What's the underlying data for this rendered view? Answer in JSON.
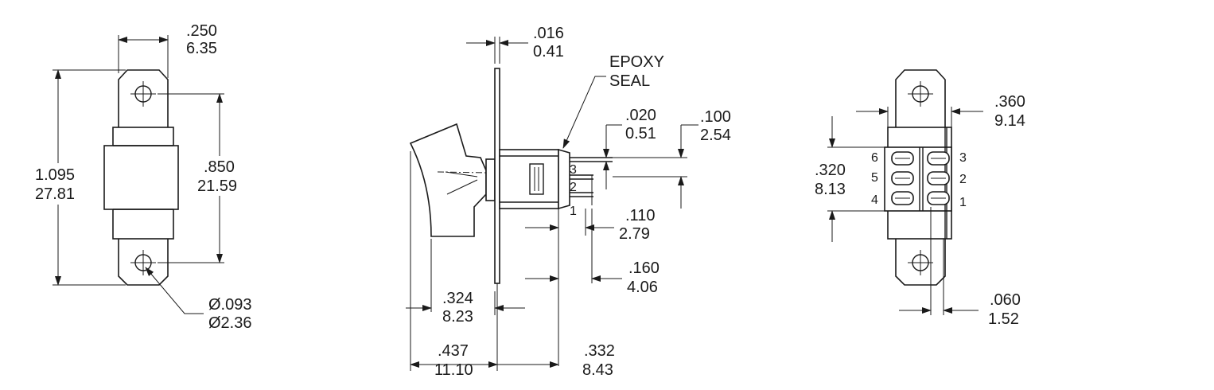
{
  "dimensions": {
    "width_in": ".250",
    "width_mm": "6.35",
    "height_in": "1.095",
    "height_mm": "27.81",
    "hole_spacing_in": ".850",
    "hole_spacing_mm": "21.59",
    "hole_dia_in": "Ø.093",
    "hole_dia_mm": "Ø2.36",
    "plate_thk_in": ".016",
    "plate_thk_mm": "0.41",
    "term_thk_in": ".020",
    "term_thk_mm": "0.51",
    "term_pitch_in": ".100",
    "term_pitch_mm": "2.54",
    "term_offset_in": ".110",
    "term_offset_mm": "2.79",
    "term_length_in": ".160",
    "term_length_mm": "4.06",
    "actuator_in": ".324",
    "actuator_mm": "8.23",
    "overall_front_in": ".437",
    "overall_front_mm": "11.10",
    "overall_rear_in": ".332",
    "overall_rear_mm": "8.43",
    "term_row_in": ".320",
    "term_row_mm": "8.13",
    "body_width_in": ".360",
    "body_width_mm": "9.14",
    "term_gap_in": ".060",
    "term_gap_mm": "1.52"
  },
  "notes": {
    "epoxy_line1": "EPOXY",
    "epoxy_line2": "SEAL"
  },
  "pins": {
    "side": [
      "3",
      "2",
      "1"
    ],
    "rear_left": [
      "6",
      "5",
      "4"
    ],
    "rear_right": [
      "3",
      "2",
      "1"
    ]
  }
}
